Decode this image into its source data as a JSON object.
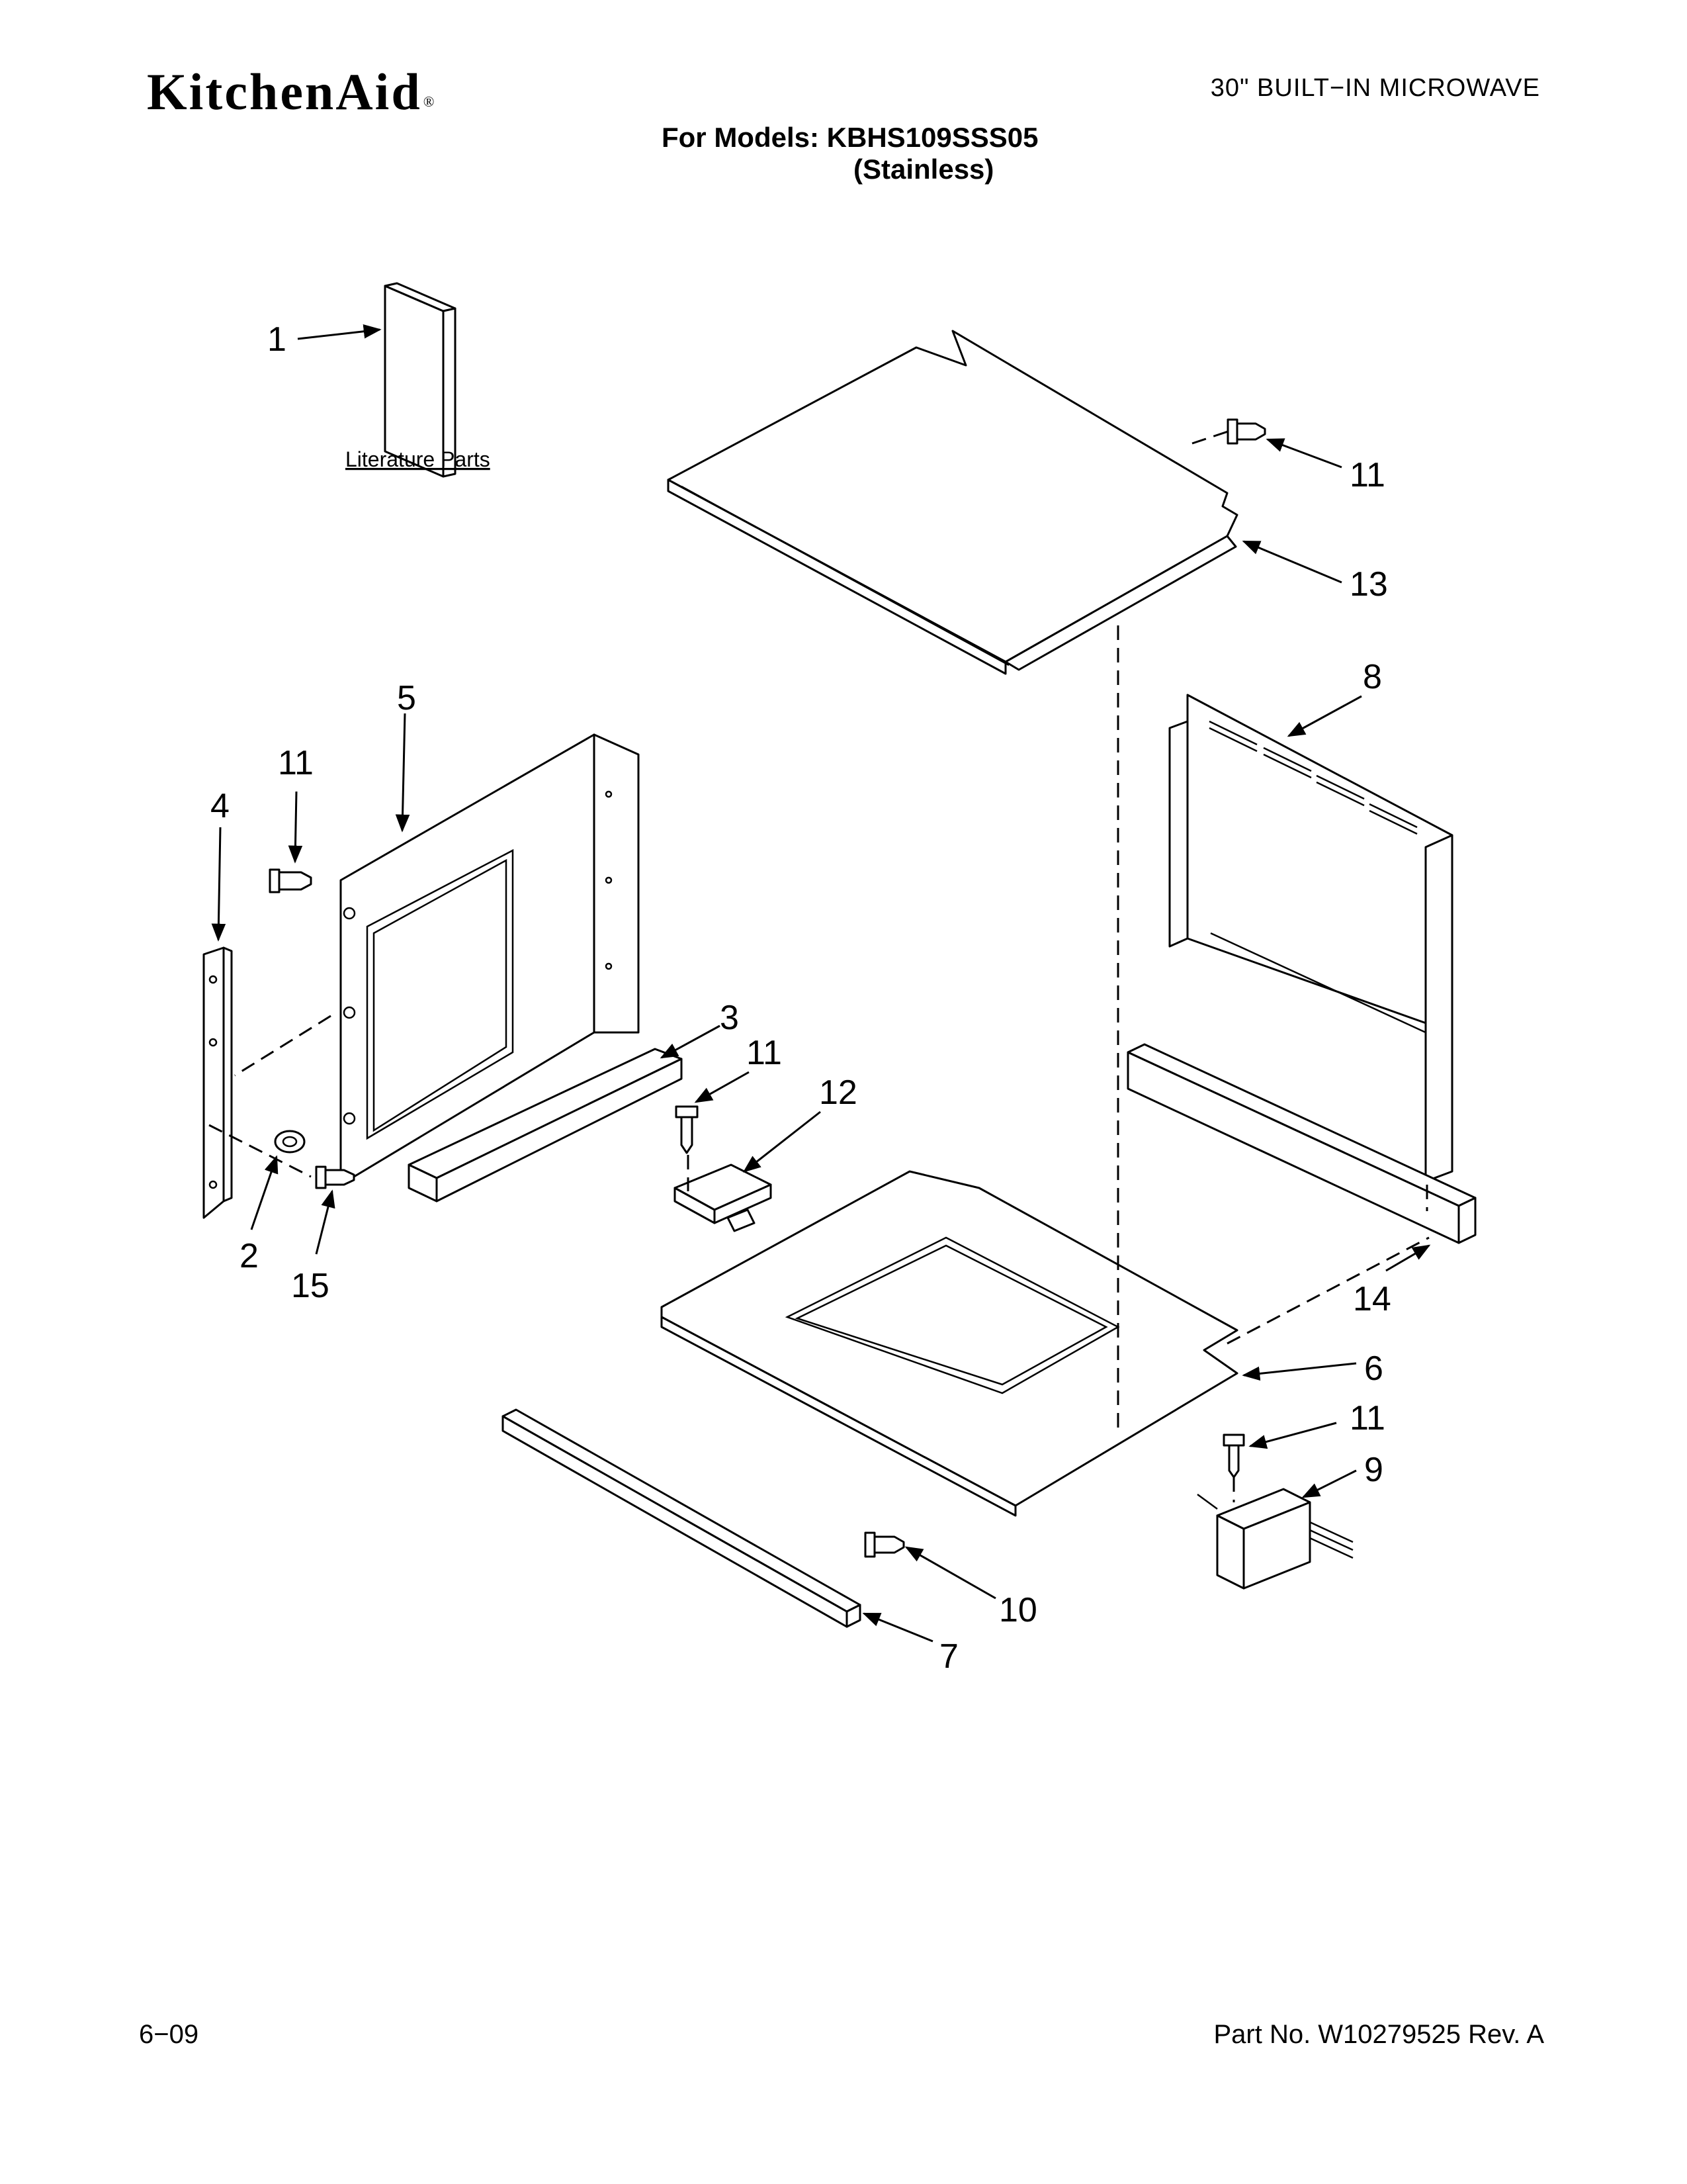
{
  "header": {
    "brand": "KitchenAid",
    "brand_mark": "®",
    "product": "30\" BUILT−IN MICROWAVE",
    "models_line": "For Models: KBHS109SSS05",
    "variant_line": "(Stainless)"
  },
  "footer": {
    "date": "6−09",
    "part_number": "Part No. W10279525 Rev. A"
  },
  "diagram": {
    "literature_label": "Literature Parts",
    "callouts": [
      "1",
      "2",
      "3",
      "4",
      "5",
      "6",
      "7",
      "8",
      "9",
      "10",
      "11",
      "12",
      "13",
      "14",
      "15"
    ]
  }
}
